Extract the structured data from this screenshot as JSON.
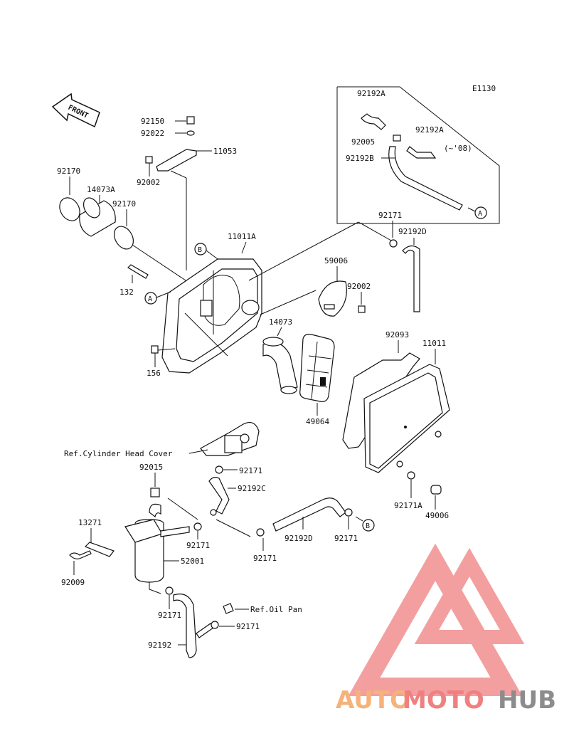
{
  "diagram": {
    "code": "E1130",
    "front_label": "FRONT",
    "circle_markers": {
      "a": "A",
      "b": "B"
    },
    "inset_note": "(~'08)",
    "part_numbers": {
      "p92192A_1": "92192A",
      "p92192A_2": "92192A",
      "p92005": "92005",
      "p92192B": "92192B",
      "p92150": "92150",
      "p92022": "92022",
      "p11053": "11053",
      "p92002_1": "92002",
      "p92170_1": "92170",
      "p14073A": "14073A",
      "p92170_2": "92170",
      "p11011A": "11011A",
      "p132": "132",
      "p156": "156",
      "p92171_top": "92171",
      "p92192D_top": "92192D",
      "p59006": "59006",
      "p92002_2": "92002",
      "p14073": "14073",
      "p92093": "92093",
      "p11011": "11011",
      "p49064": "49064",
      "p92015": "92015",
      "p92171_a": "92171",
      "p92192C": "92192C",
      "p13271": "13271",
      "p92171_b": "92171",
      "p52001": "52001",
      "p92009": "92009",
      "p92171_c": "92171",
      "p92192D_mid": "92192D",
      "p92171_d": "92171",
      "p92171A": "92171A",
      "p49006": "49006",
      "p92171_e": "92171",
      "p92171_f": "92171",
      "p92192": "92192"
    },
    "references": {
      "cylinder_head_cover": "Ref.Cylinder Head Cover",
      "oil_pan": "Ref.Oil Pan"
    }
  },
  "watermark": {
    "text_a": "AUTO",
    "text_b": "MOTO",
    "text_c": "HUB",
    "color_orange": "#f5b27a",
    "color_red": "#f08080",
    "color_gray": "#8c8c8c"
  }
}
